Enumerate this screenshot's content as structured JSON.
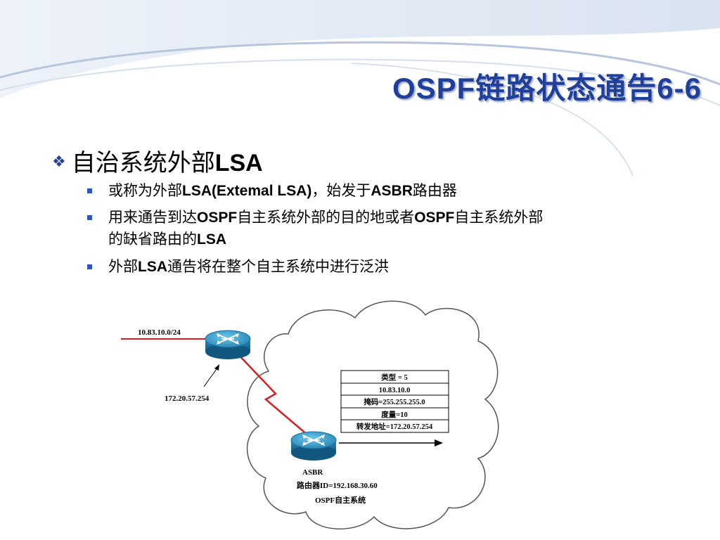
{
  "title": "OSPF链路状态通告6-6",
  "main_bullet": {
    "text": "自治系统外部",
    "bold": "LSA"
  },
  "sub_bullets": {
    "b1": {
      "t1": "或称为外部",
      "b1": "LSA(Extemal LSA)",
      "t2": "，始发于",
      "b2": "ASBR",
      "t3": "路由器"
    },
    "b2": {
      "t1": "用来通告到达",
      "b1": "OSPF",
      "t2": "自主系统外部的目的地或者",
      "b2": "OSPF",
      "t3": "自主系统外部",
      "t4": "的缺省路由的",
      "b3": "LSA"
    },
    "b3": {
      "t1": "外部",
      "b1": "LSA",
      "t2": "通告将在整个自主系统中进行泛洪"
    }
  },
  "diagram": {
    "network_label": "10.83.10.0/24",
    "interface_label": "172.20.57.254",
    "lsa_table": [
      "类型 = 5",
      "10.83.10.0",
      "掩码=255.255.255.0",
      "度量=10",
      "转发地址=172.20.57.254"
    ],
    "asbr_label": "ASBR",
    "router_id_label": "路由器ID=192.168.30.60",
    "as_label": "OSPF自主系统"
  },
  "colors": {
    "title": "#1f3f9a",
    "bullet": "#2f54c4",
    "link": "#d42020",
    "router": "#2a8fbf"
  }
}
